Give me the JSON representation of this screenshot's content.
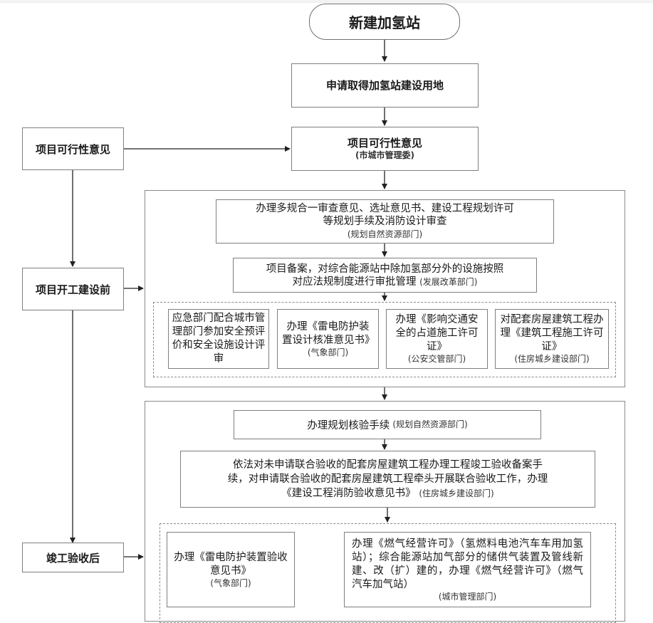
{
  "flow": {
    "start": "新建加氢站",
    "apply_land": "申请取得加氢站建设用地",
    "feasibility": {
      "title": "项目可行性意见",
      "dept": "(市城市管理委)"
    }
  },
  "stages": {
    "feasibility": "项目可行性意见",
    "pre_construction": "项目开工建设前",
    "post_completion": "竣工验收后"
  },
  "pre_construction": {
    "planning": {
      "line1": "办理多规合一审查意见、选址意见书、建设工程规划许可",
      "line2": "等规划手续及消防设计审查",
      "dept": "(规划自然资源部门)"
    },
    "filing": {
      "line1": "项目备案，对综合能源站中除加氢部分外的设施按照",
      "line2": "对应法规制度进行审批管理",
      "dept": "(发展改革部门)"
    },
    "parallel": [
      {
        "text": "应急部门配合城市管理部门参加安全预评价和安全设施设计评审",
        "dept": ""
      },
      {
        "text": "办理《雷电防护装置设计核准意见书》",
        "dept": "(气象部门)"
      },
      {
        "text": "办理《影响交通安全的占道施工许可证》",
        "dept": "(公安交管部门)"
      },
      {
        "text": "对配套房屋建筑工程办理《建筑工程施工许可证》",
        "dept": "(住房城乡建设部门)"
      }
    ]
  },
  "post_completion": {
    "planning_check": {
      "text": "办理规划核验手续",
      "dept": "(规划自然资源部门)"
    },
    "acceptance": {
      "line1": "依法对未申请联合验收的配套房屋建筑工程办理工程竣工验收备案手",
      "line2": "续，对申请联合验收的配套房屋建筑工程牵头开展联合验收工作，办理",
      "line3": "《建设工程消防验收意见书》",
      "dept": "(住房城乡建设部门)"
    },
    "parallel": [
      {
        "text": "办理《雷电防护装置验收意见书》",
        "dept": "(气象部门)"
      },
      {
        "text": "办理《燃气经营许可》（氢燃料电池汽车车用加氢站）；综合能源站加气部分的储供气装置及管线新建、改（扩）建的，办理《燃气经营许可》（燃气汽车加气站）",
        "dept": "(城市管理部门)"
      }
    ]
  }
}
